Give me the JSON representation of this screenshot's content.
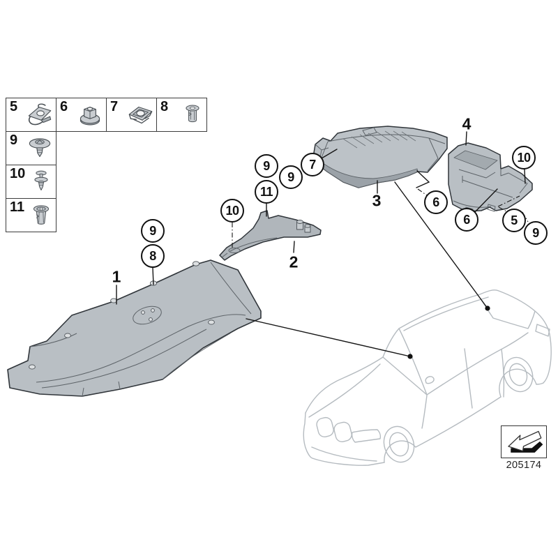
{
  "diagram": {
    "doc_number": "205174",
    "fasteners": [
      {
        "number": "5",
        "icon": "spring-nut-icon"
      },
      {
        "number": "6",
        "icon": "flange-nut-icon"
      },
      {
        "number": "7",
        "icon": "cage-nut-icon"
      },
      {
        "number": "8",
        "icon": "rivet-nut-icon"
      },
      {
        "number": "9",
        "icon": "push-rivet-icon"
      },
      {
        "number": "10",
        "icon": "expanding-rivet-icon"
      },
      {
        "number": "11",
        "icon": "expansion-nut-icon"
      }
    ],
    "part_labels": [
      {
        "number": "1"
      },
      {
        "number": "2"
      },
      {
        "number": "3"
      },
      {
        "number": "4"
      }
    ],
    "callouts": [
      {
        "number": "9"
      },
      {
        "number": "7"
      },
      {
        "number": "9"
      },
      {
        "number": "11"
      },
      {
        "number": "10"
      },
      {
        "number": "9"
      },
      {
        "number": "8"
      },
      {
        "number": "10"
      },
      {
        "number": "6"
      },
      {
        "number": "6"
      },
      {
        "number": "5"
      },
      {
        "number": "9"
      }
    ]
  }
}
